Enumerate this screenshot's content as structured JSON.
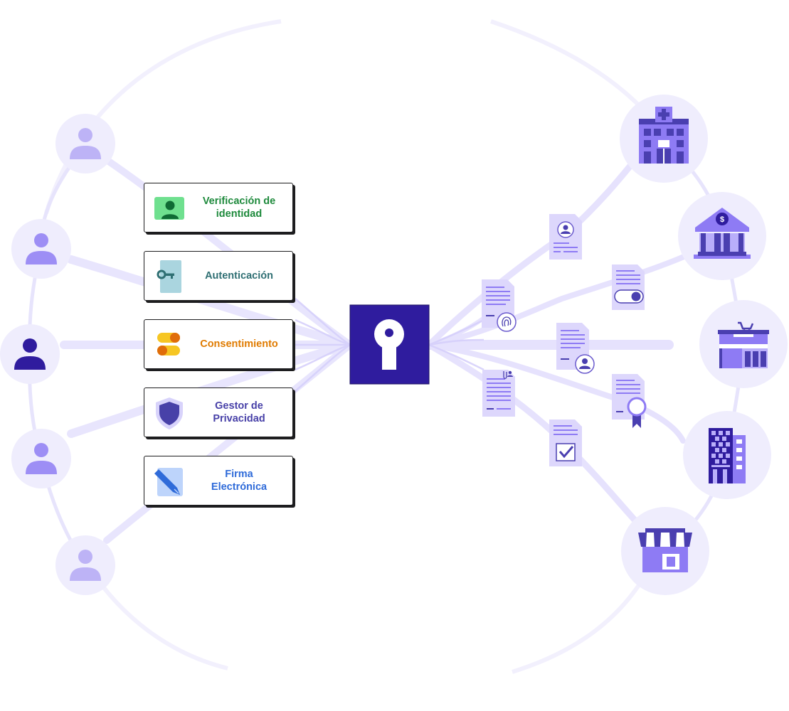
{
  "diagram": {
    "features": [
      {
        "label": "Verificación de\nidentidad",
        "icon": "identity-verification-icon",
        "color": "#1e8a3c"
      },
      {
        "label": "Autenticación",
        "icon": "authentication-key-icon",
        "color": "#2f6f73"
      },
      {
        "label": "Consentimiento",
        "icon": "consent-toggle-icon",
        "color": "#e07b00"
      },
      {
        "label": "Gestor de\nPrivacidad",
        "icon": "privacy-shield-icon",
        "color": "#4841a8"
      },
      {
        "label": "Firma\nElectrónica",
        "icon": "electronic-signature-pen-icon",
        "color": "#2f6bd9"
      }
    ],
    "hub_icon": "keyhole-icon",
    "users": [
      "user-icon",
      "user-icon",
      "user-icon",
      "user-icon",
      "user-icon"
    ],
    "documents": [
      "identity-document-icon",
      "fingerprint-document-icon",
      "toggle-document-icon",
      "user-document-icon",
      "attachment-document-icon",
      "certificate-document-icon",
      "checked-document-icon"
    ],
    "institutions": [
      "hospital-icon",
      "bank-icon",
      "supermarket-icon",
      "office-building-icon",
      "store-icon"
    ],
    "colors": {
      "primary": "#2f1c9e",
      "accent": "#8e7bf4",
      "light": "#efedfd",
      "line": "#e4e0fb"
    }
  }
}
